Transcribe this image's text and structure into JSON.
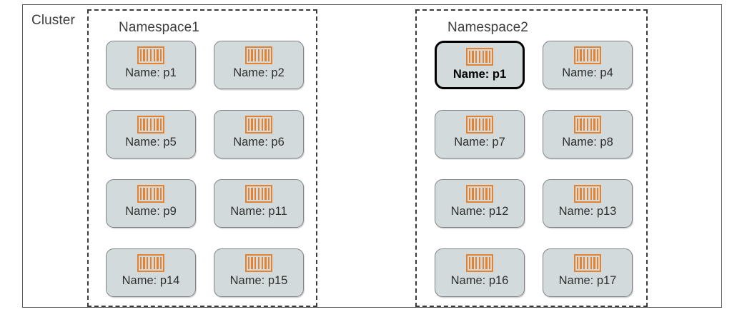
{
  "diagram": {
    "cluster_label": "Cluster",
    "icon_name": "container-pod-icon",
    "icon_bar_count": 7,
    "colors": {
      "icon_orange": "#e5822f",
      "pod_fill": "#d3dadb",
      "pod_border": "#808285",
      "highlight_border": "#000000",
      "frame_border": "#58595b",
      "namespace_border": "#3b3b3b",
      "text": "#3d3d3d"
    },
    "namespaces": [
      {
        "label": "Namespace1",
        "pods": [
          {
            "label": "Name: p1",
            "highlighted": false
          },
          {
            "label": "Name: p2",
            "highlighted": false
          },
          {
            "label": "Name: p5",
            "highlighted": false
          },
          {
            "label": "Name: p6",
            "highlighted": false
          },
          {
            "label": "Name: p9",
            "highlighted": false
          },
          {
            "label": "Name: p11",
            "highlighted": false
          },
          {
            "label": "Name: p14",
            "highlighted": false
          },
          {
            "label": "Name: p15",
            "highlighted": false
          }
        ]
      },
      {
        "label": "Namespace2",
        "pods": [
          {
            "label": "Name: p1",
            "highlighted": true
          },
          {
            "label": "Name: p4",
            "highlighted": false
          },
          {
            "label": "Name: p7",
            "highlighted": false
          },
          {
            "label": "Name: p8",
            "highlighted": false
          },
          {
            "label": "Name: p12",
            "highlighted": false
          },
          {
            "label": "Name: p13",
            "highlighted": false
          },
          {
            "label": "Name: p16",
            "highlighted": false
          },
          {
            "label": "Name: p17",
            "highlighted": false
          }
        ]
      }
    ]
  }
}
